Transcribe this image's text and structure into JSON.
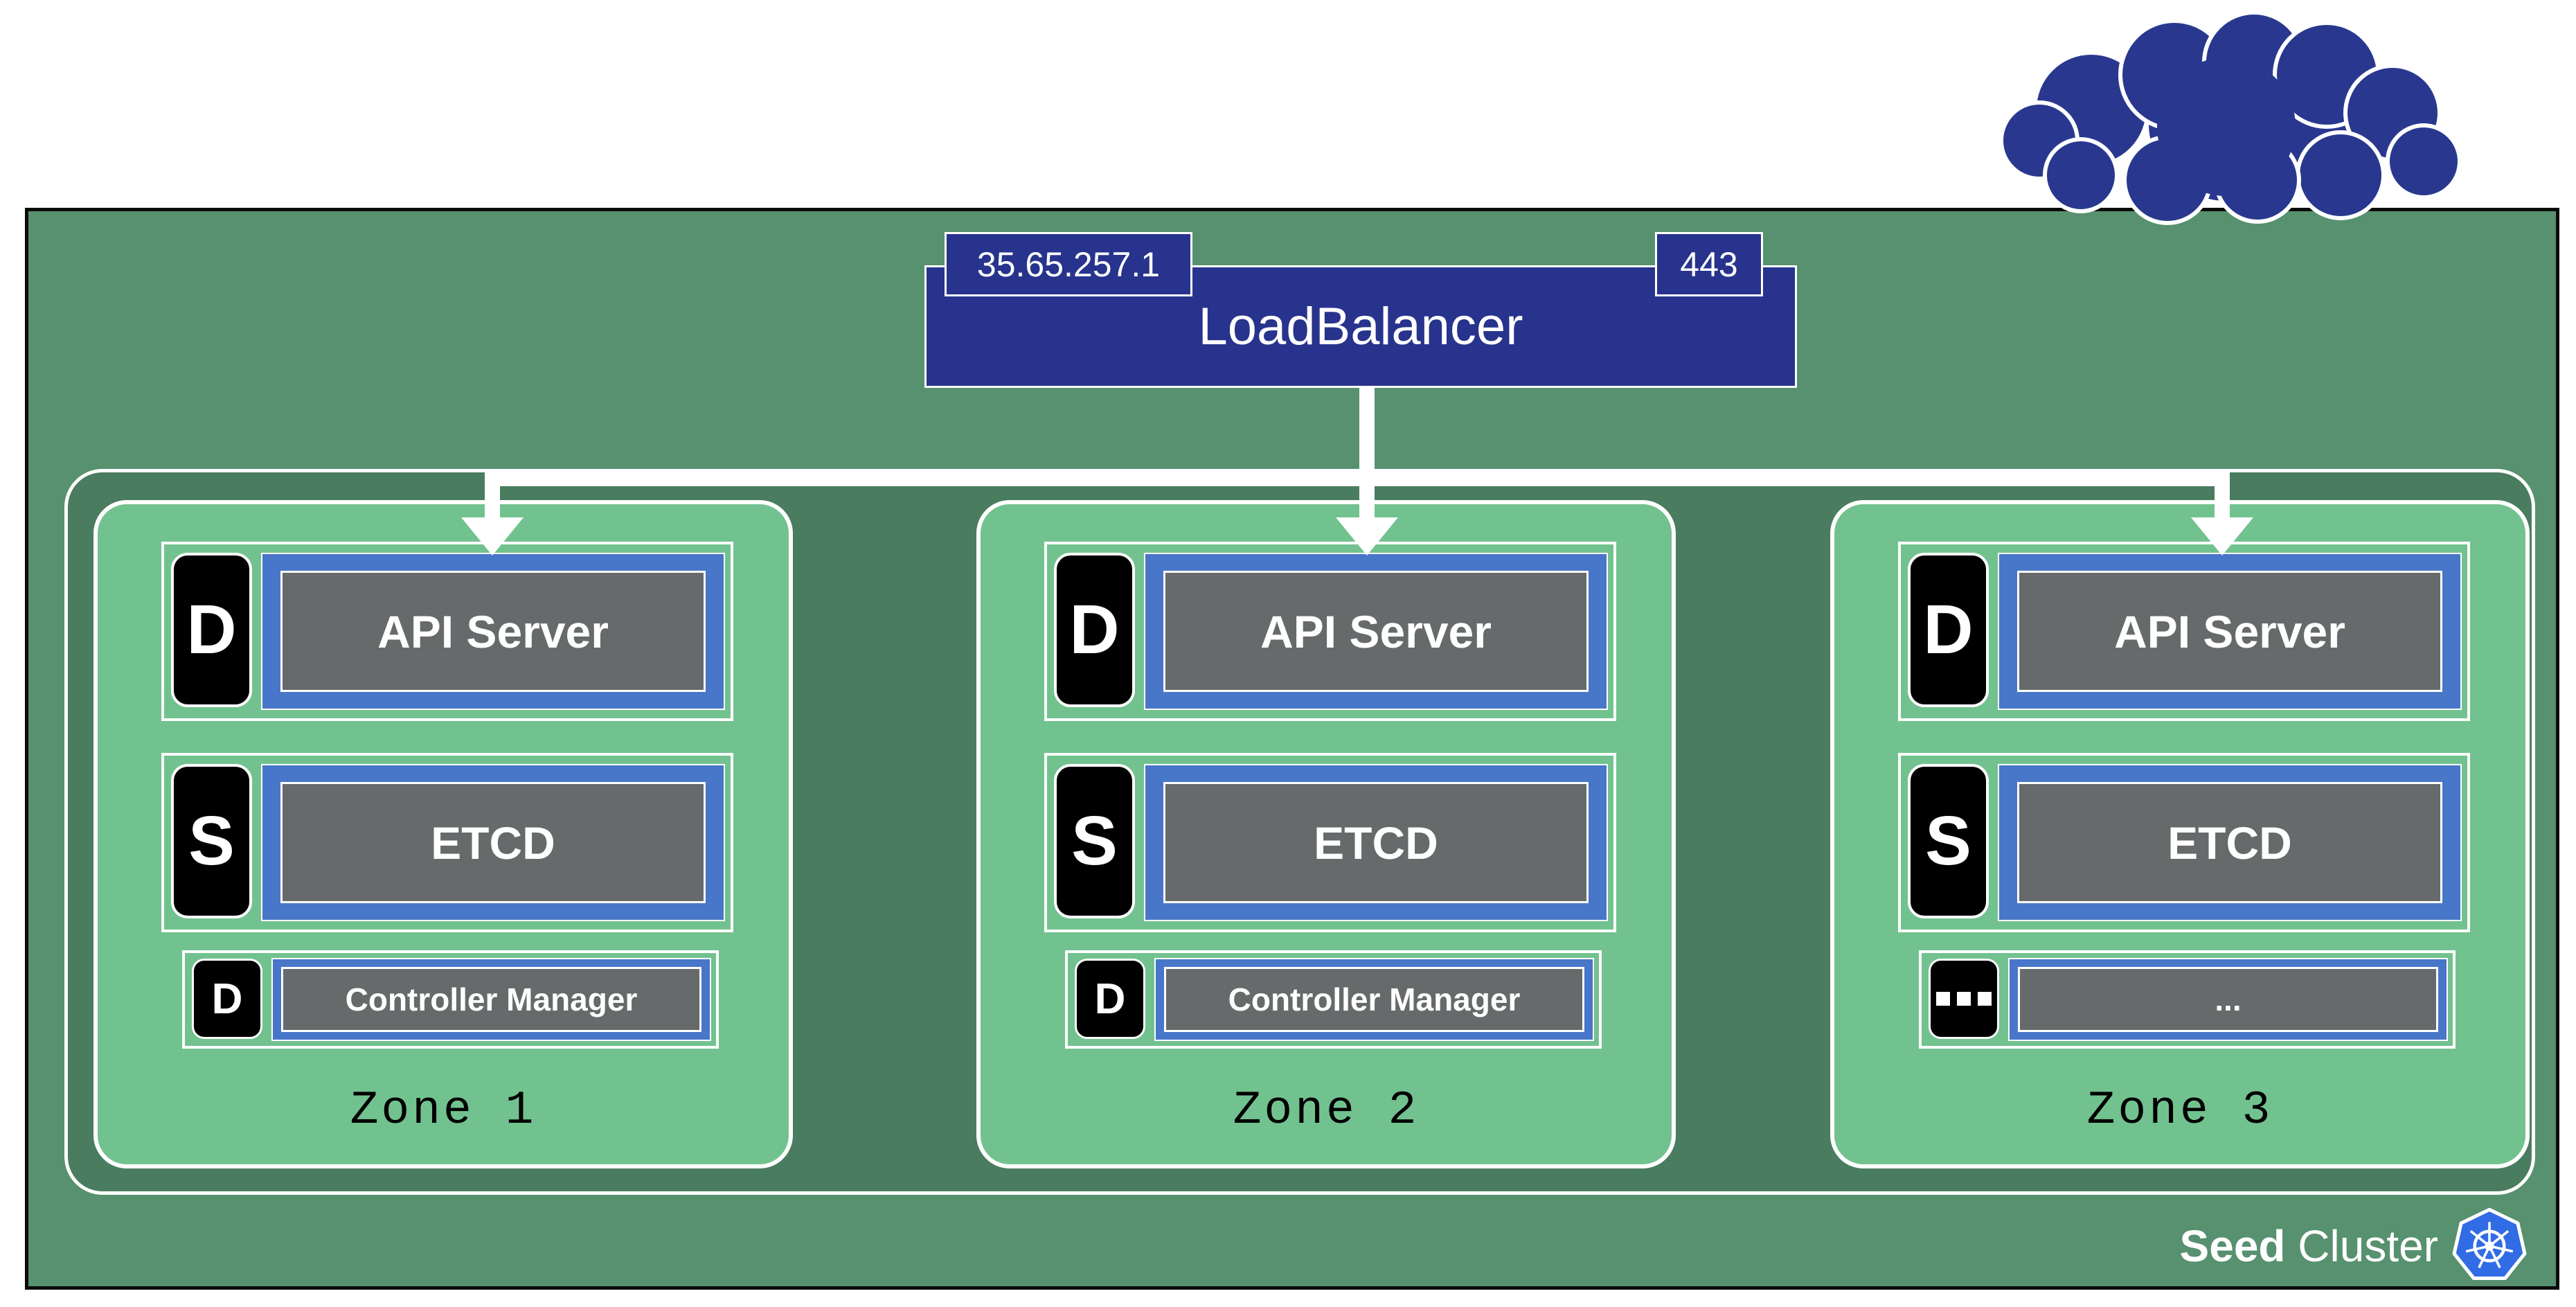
{
  "colors": {
    "outer_green": "#57916F",
    "inner_green": "#4A7C5F",
    "zone_green": "#72C28F",
    "dark_blue": "#27338C",
    "component_blue": "#4876C8",
    "component_gray": "#666A6A",
    "kubernetes_blue": "#326CE5"
  },
  "load_balancer": {
    "label": "LoadBalancer",
    "ip": "35.65.257.1",
    "port": "443"
  },
  "zones": [
    {
      "label": "Zone 1",
      "rows": [
        {
          "badge": "D",
          "label": "API Server"
        },
        {
          "badge": "S",
          "label": "ETCD"
        },
        {
          "badge": "D",
          "label": "Controller Manager"
        }
      ]
    },
    {
      "label": "Zone 2",
      "rows": [
        {
          "badge": "D",
          "label": "API Server"
        },
        {
          "badge": "S",
          "label": "ETCD"
        },
        {
          "badge": "D",
          "label": "Controller Manager"
        }
      ]
    },
    {
      "label": "Zone 3",
      "rows": [
        {
          "badge": "D",
          "label": "API Server"
        },
        {
          "badge": "S",
          "label": "ETCD"
        },
        {
          "badge": "...",
          "label": "..."
        }
      ]
    }
  ],
  "footer": {
    "title_bold": "Seed",
    "title_regular": " Cluster",
    "icon": "kubernetes-icon"
  },
  "icons": {
    "cloud": "cloud-icon"
  }
}
